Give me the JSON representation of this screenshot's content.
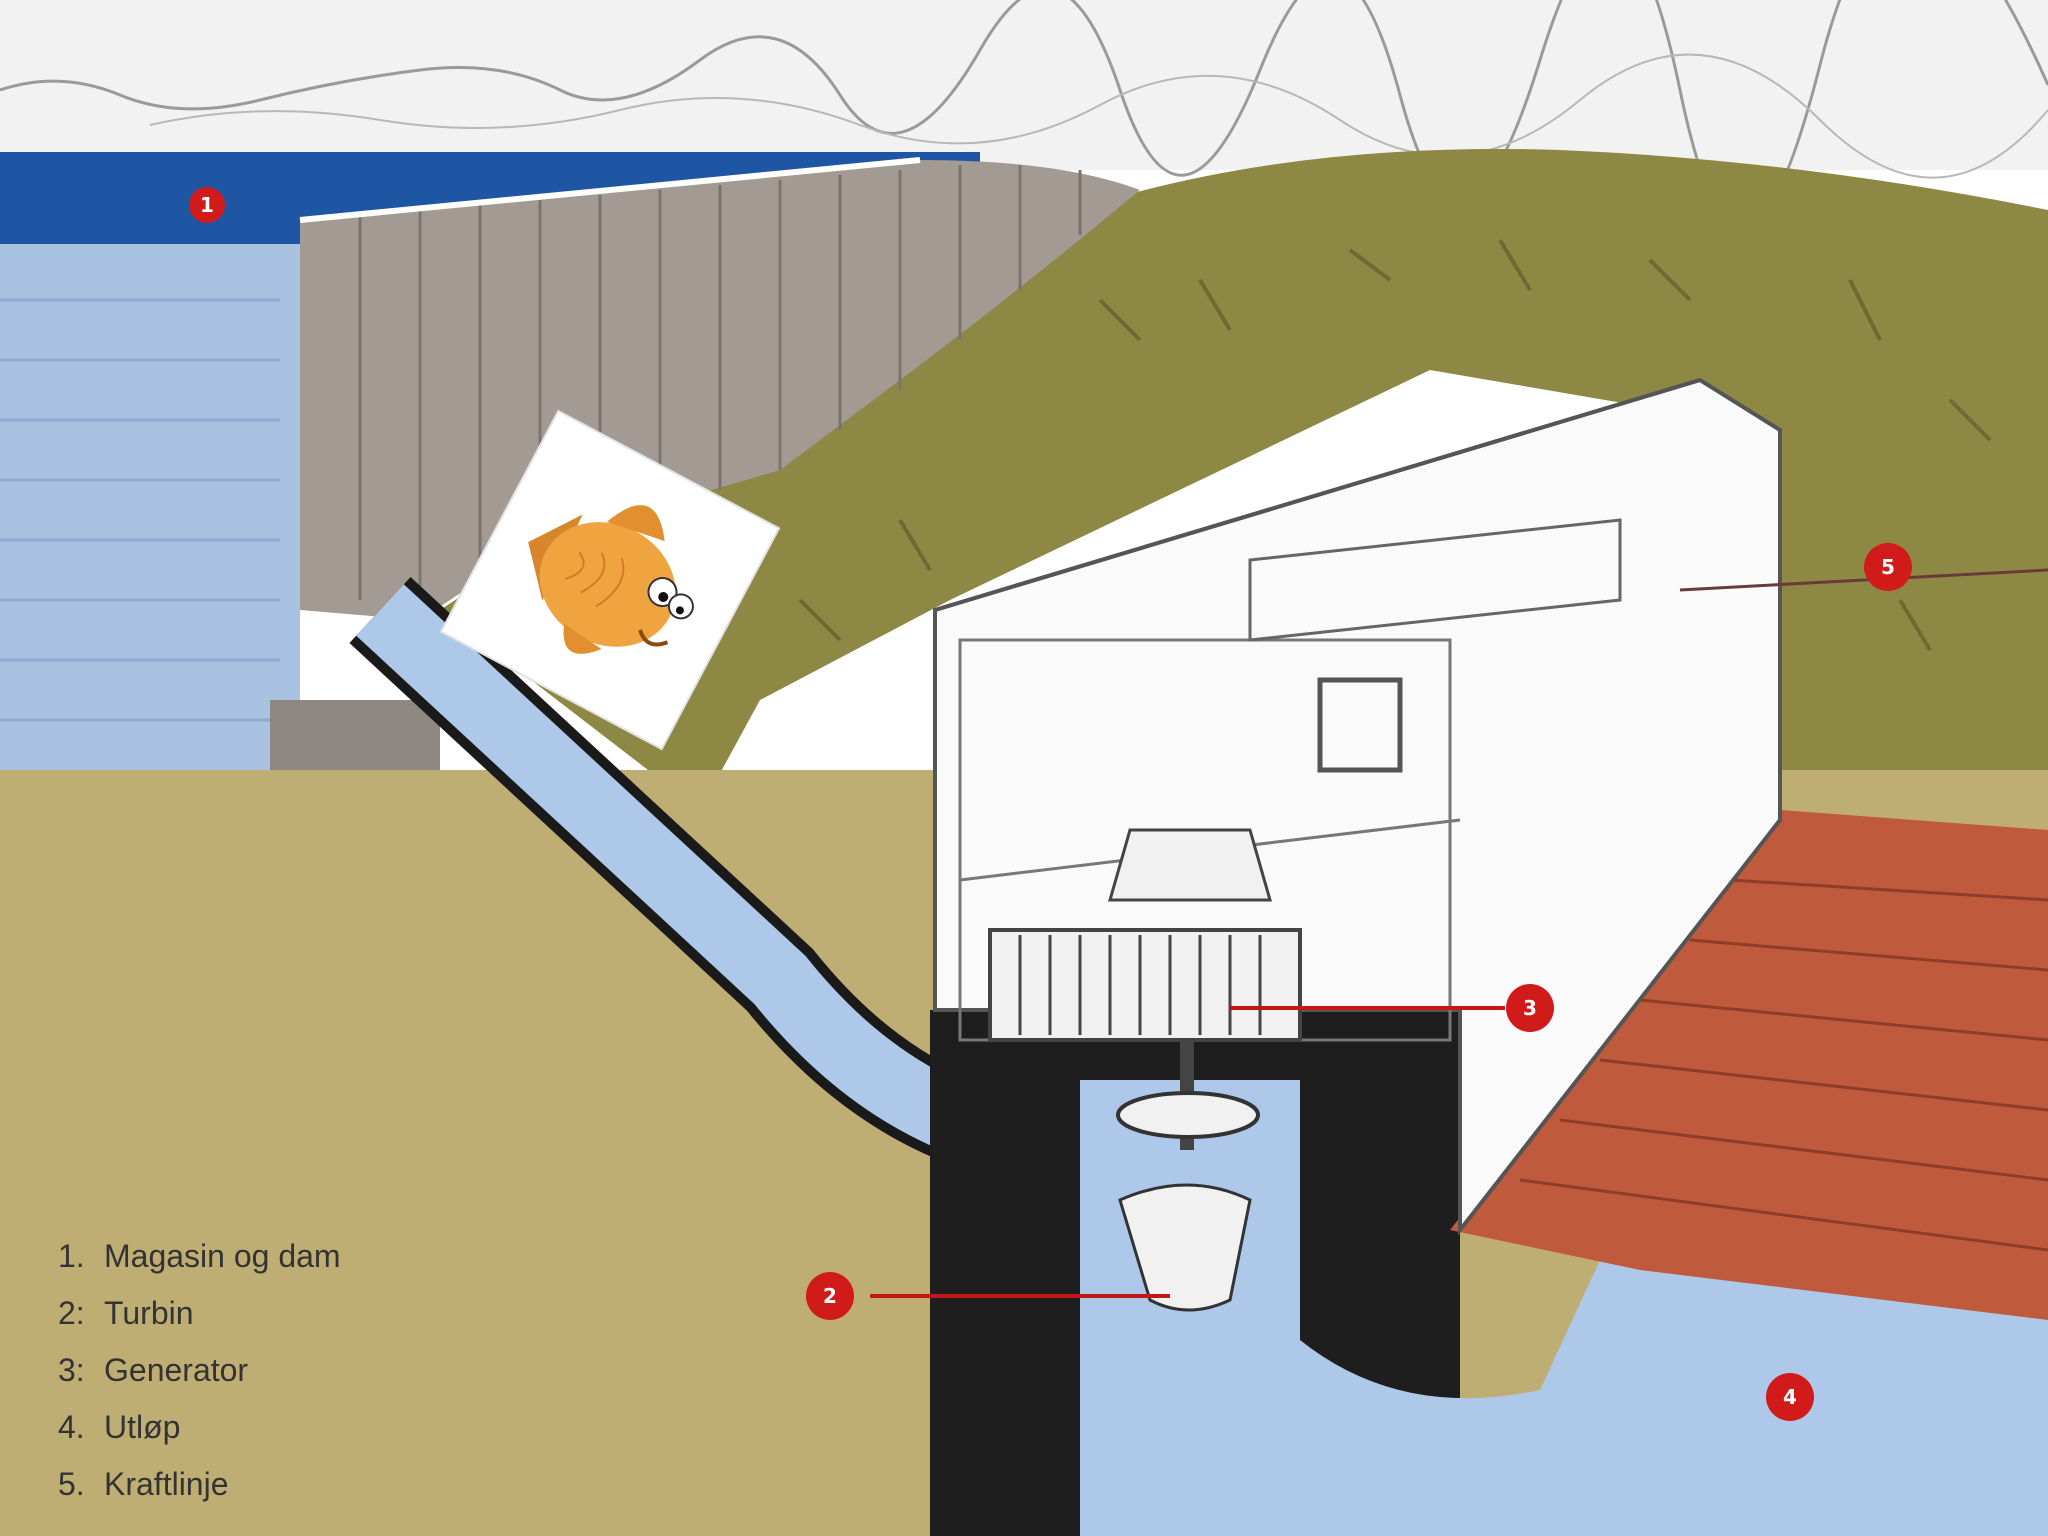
{
  "legend": {
    "items": [
      {
        "num": "1.",
        "label": "Magasin og dam"
      },
      {
        "num": "2:",
        "label": "Turbin"
      },
      {
        "num": "3:",
        "label": "Generator"
      },
      {
        "num": "4.",
        "label": "Utløp"
      },
      {
        "num": "5.",
        "label": "Kraftlinje"
      }
    ]
  },
  "callouts": {
    "c1": "1",
    "c2": "2",
    "c3": "3",
    "c4": "4",
    "c5": "5"
  },
  "colors": {
    "sky": "#f1f1f1",
    "reservoir": "#a9c2e2",
    "reservoir_surface": "#1f56a4",
    "dam": "#a39b93",
    "hill": "#8e8845",
    "ground": "#bfae74",
    "tailwater": "#aec8ea",
    "shaft": "#1e1e1e",
    "roof": "#c05a3c",
    "callout": "#d11a1a",
    "fish": "#f0a440"
  },
  "icons": {
    "fish": "cartoon-fish-icon"
  }
}
